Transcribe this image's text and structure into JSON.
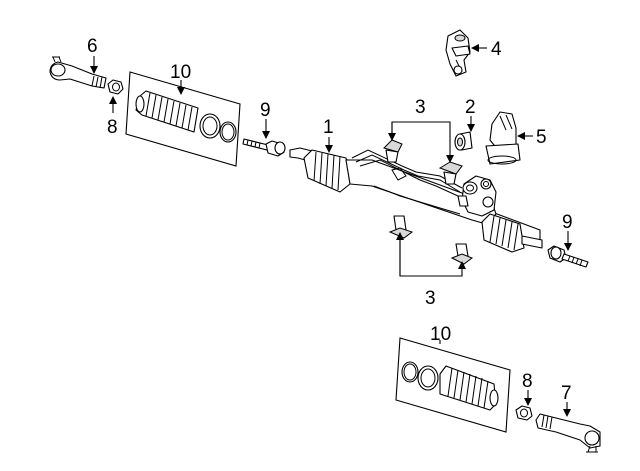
{
  "callouts": {
    "rack": "1",
    "dust_cap": "2",
    "bushings_upper": "3",
    "bushings_lower": "3",
    "joint": "4",
    "mount": "5",
    "tie_rod_end_left": "6",
    "tie_rod_end_right": "7",
    "jam_nut_left": "8",
    "jam_nut_right": "8",
    "inner_tie_rod_left": "9",
    "inner_tie_rod_right": "9",
    "boot_kit_upper": "10",
    "boot_kit_lower": "10"
  }
}
